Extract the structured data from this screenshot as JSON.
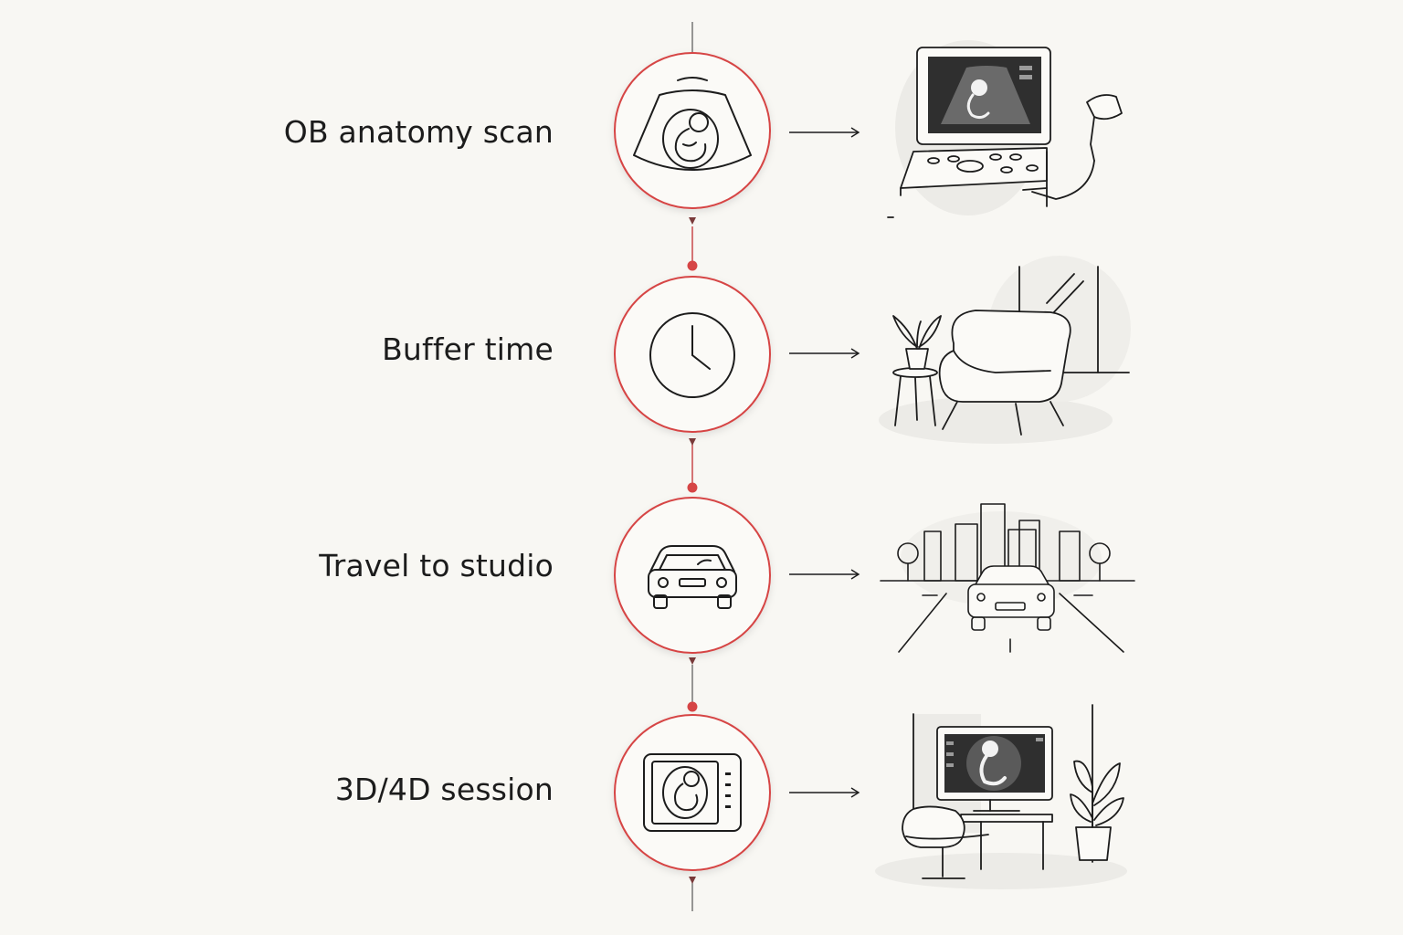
{
  "steps": [
    {
      "label": "OB anatomy scan",
      "icon": "ultrasound-fetus-icon",
      "illustration": "ultrasound-machine-illustration"
    },
    {
      "label": "Buffer time",
      "icon": "clock-icon",
      "illustration": "waiting-lounge-illustration"
    },
    {
      "label": "Travel to studio",
      "icon": "car-icon",
      "illustration": "city-road-illustration"
    },
    {
      "label": "3D/4D session",
      "icon": "monitor-fetus-icon",
      "illustration": "studio-screen-illustration"
    }
  ],
  "colors": {
    "accent": "#d64545",
    "ink": "#1c1c1c",
    "background": "#f8f7f3",
    "shade": "#e9e8e4"
  }
}
